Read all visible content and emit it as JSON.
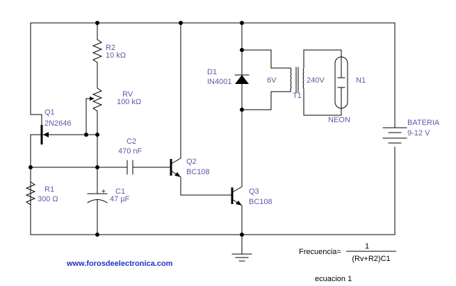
{
  "components": {
    "q1": {
      "ref": "Q1",
      "part": "2N2646"
    },
    "r2": {
      "ref": "R2",
      "value": "10 kΩ"
    },
    "rv": {
      "ref": "RV",
      "value": "100 kΩ"
    },
    "c2": {
      "ref": "C2",
      "value": "470 nF"
    },
    "r1": {
      "ref": "R1",
      "value": "300 Ω"
    },
    "c1": {
      "ref": "C1",
      "value": "47 µF",
      "polarity": "+"
    },
    "q2": {
      "ref": "Q2",
      "part": "BC108"
    },
    "q3": {
      "ref": "Q3",
      "part": "BC108"
    },
    "d1": {
      "ref": "D1",
      "part": "IN4001"
    },
    "t1": {
      "ref": "T1",
      "primary": "6V",
      "secondary": "240V"
    },
    "n1": {
      "ref": "N1",
      "name": "NEON"
    },
    "battery": {
      "name": "BATERIA",
      "value": "9-12 V"
    }
  },
  "equation": {
    "lhs": "Frecuencia=",
    "numerator": "1",
    "denominator": "(Rv+R2)C1",
    "caption": "ecuacion 1"
  },
  "website": "www.forosdeelectronica.com",
  "colors": {
    "label": "#5a5aa8",
    "link": "#1f34c4",
    "wire": "#000000"
  }
}
